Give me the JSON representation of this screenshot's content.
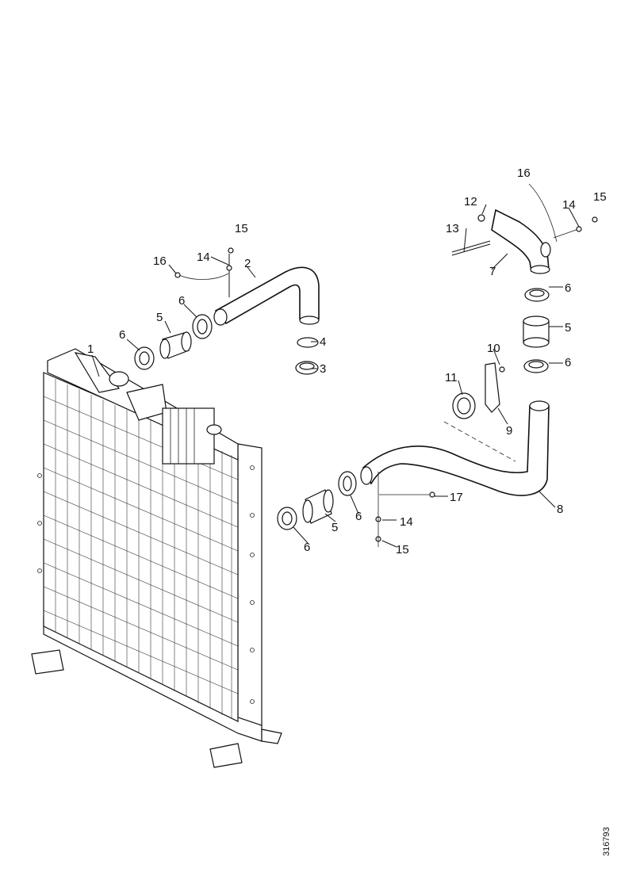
{
  "reference_number": "316793",
  "callouts": [
    {
      "id": "c1",
      "text": "1"
    },
    {
      "id": "c2",
      "text": "2"
    },
    {
      "id": "c3",
      "text": "3"
    },
    {
      "id": "c4",
      "text": "4"
    },
    {
      "id": "c5a",
      "text": "5"
    },
    {
      "id": "c5b",
      "text": "5"
    },
    {
      "id": "c5c",
      "text": "5"
    },
    {
      "id": "c6a",
      "text": "6"
    },
    {
      "id": "c6b",
      "text": "6"
    },
    {
      "id": "c6c",
      "text": "6"
    },
    {
      "id": "c6d",
      "text": "6"
    },
    {
      "id": "c6e",
      "text": "6"
    },
    {
      "id": "c6f",
      "text": "6"
    },
    {
      "id": "c7",
      "text": "7"
    },
    {
      "id": "c8",
      "text": "8"
    },
    {
      "id": "c9",
      "text": "9"
    },
    {
      "id": "c10",
      "text": "10"
    },
    {
      "id": "c11",
      "text": "11"
    },
    {
      "id": "c12",
      "text": "12"
    },
    {
      "id": "c13",
      "text": "13"
    },
    {
      "id": "c14a",
      "text": "14"
    },
    {
      "id": "c14b",
      "text": "14"
    },
    {
      "id": "c14c",
      "text": "14"
    },
    {
      "id": "c15a",
      "text": "15"
    },
    {
      "id": "c15b",
      "text": "15"
    },
    {
      "id": "c15c",
      "text": "15"
    },
    {
      "id": "c16a",
      "text": "16"
    },
    {
      "id": "c16b",
      "text": "16"
    },
    {
      "id": "c17",
      "text": "17"
    }
  ]
}
